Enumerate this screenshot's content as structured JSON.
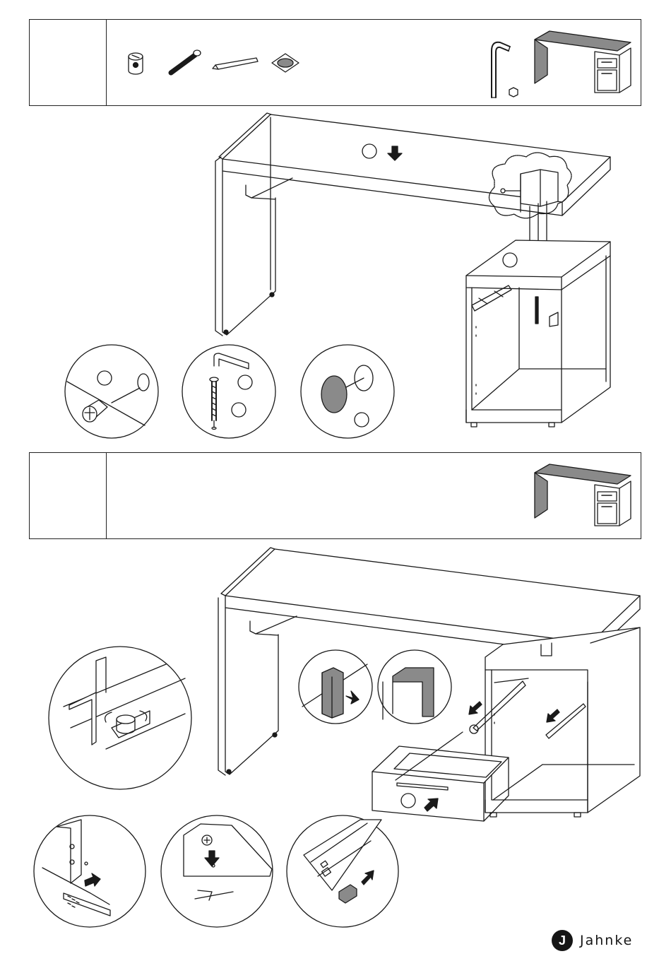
{
  "document": {
    "type": "assembly-instructions",
    "steps": [
      {
        "id": "step-a",
        "number": "",
        "parts": [
          "cam-lock-connector",
          "connector-bolt",
          "allen-key",
          "cover-cap"
        ],
        "tools": [
          "allen-key-tool",
          "hex-size"
        ]
      },
      {
        "id": "step-b",
        "number": "",
        "parts": [],
        "tools": []
      }
    ],
    "detail_labels": {
      "top_arrow": "",
      "callouts": [
        "",
        "",
        "",
        "",
        "",
        "",
        "",
        "",
        "",
        ""
      ]
    }
  },
  "brand": {
    "logo_letter": "J",
    "name": "Jahnke",
    "color": "#151515"
  }
}
